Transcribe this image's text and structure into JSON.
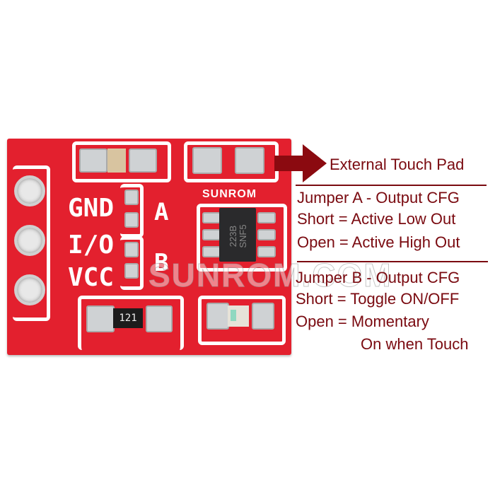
{
  "board": {
    "brand": "SUNROM",
    "pins": [
      "GND",
      "I/O",
      "VCC"
    ],
    "jumpers": [
      "A",
      "B"
    ],
    "ic_marking": [
      "223B",
      "SNF5"
    ],
    "resistor_marking": "121"
  },
  "watermark": "SUNROM.COM",
  "callout": {
    "touch_pad": "External Touch Pad"
  },
  "jumper_a": {
    "title": "Jumper A - Output CFG",
    "short": "Short = Active Low Out",
    "open": "Open = Active High Out"
  },
  "jumper_b": {
    "title": "Jumper B - Output CFG",
    "short": "Short = Toggle ON/OFF",
    "open": "Open = Momentary",
    "open_cont": "On when Touch"
  },
  "colors": {
    "pcb": "#e3202e",
    "text": "#7a0a10",
    "arrow": "#8b0a10"
  }
}
